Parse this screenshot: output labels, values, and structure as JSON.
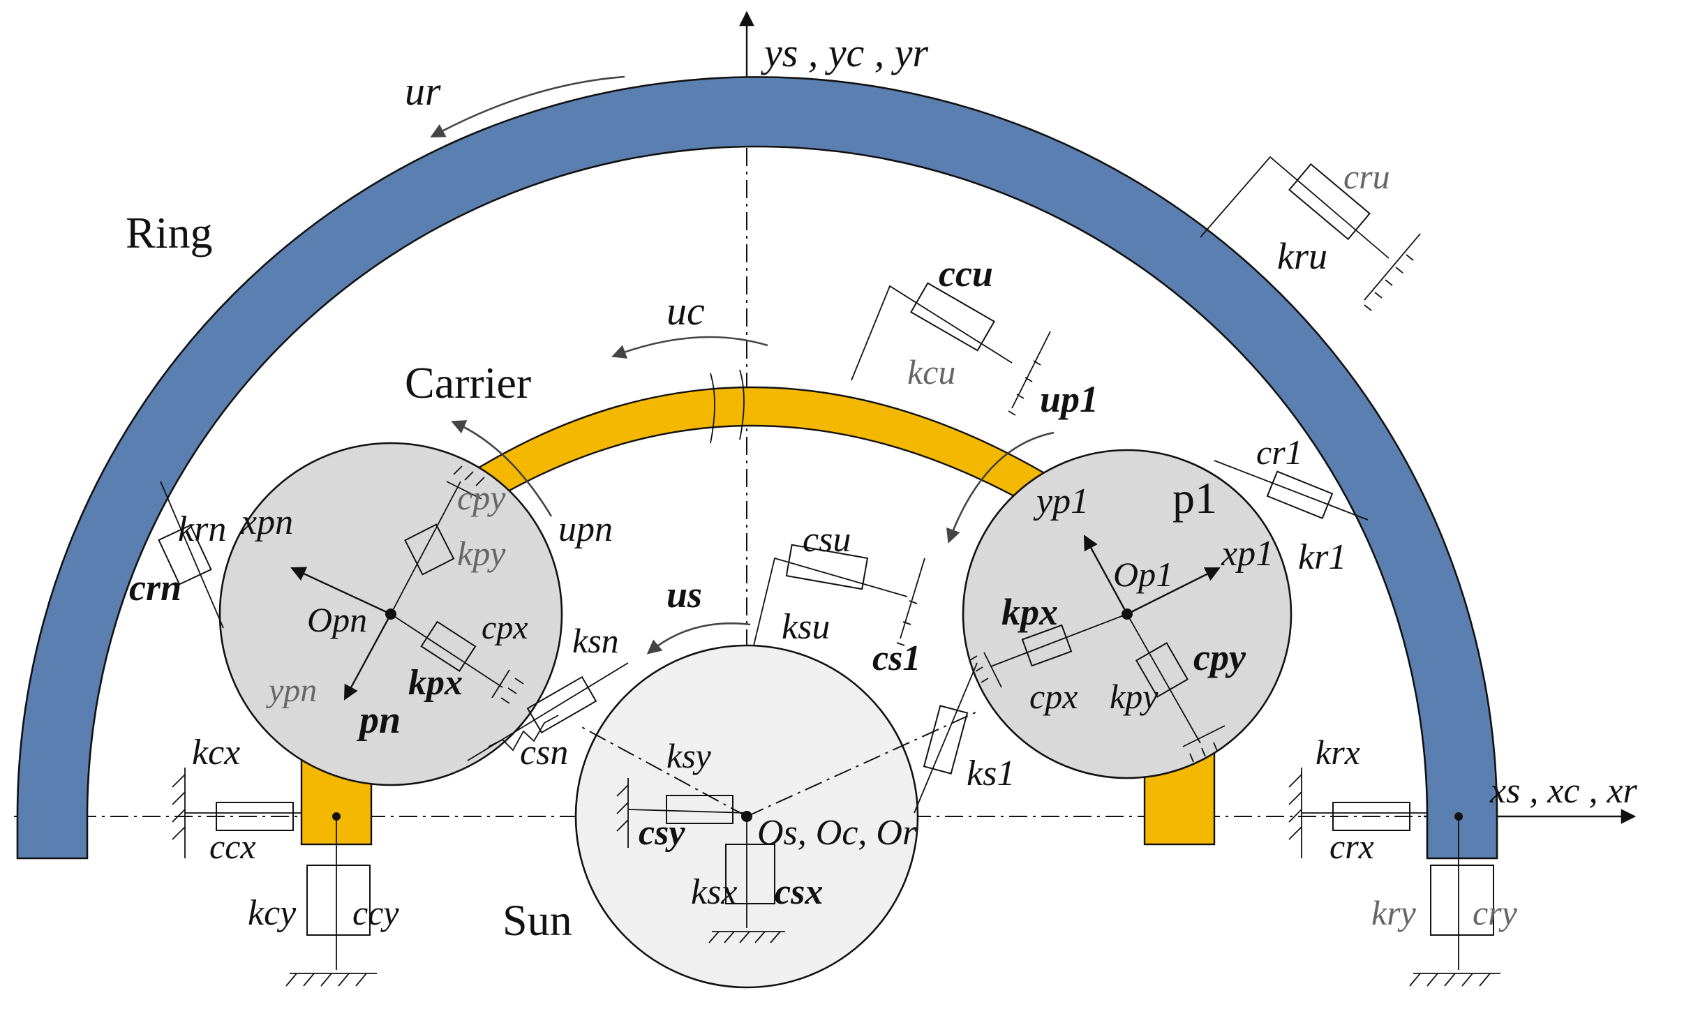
{
  "components": {
    "ring": "Ring",
    "carrier": "Carrier",
    "sun": "Sun",
    "planet_1": "p1",
    "planet_n": "pn"
  },
  "axes": {
    "vertical": "ys , yc , yr",
    "horizontal": "xs , xc , xr",
    "planet_1_x": "xp1",
    "planet_1_y": "yp1",
    "planet_n_x": "xpn",
    "planet_n_y": "ypn"
  },
  "centers": {
    "sun": "Os, Oc, Or",
    "planet_1": "Op1",
    "planet_n": "Opn"
  },
  "rotations": {
    "ring": "ur",
    "carrier": "uc",
    "sun": "us",
    "planet_1": "up1",
    "planet_n": "upn"
  },
  "springs_dampers": [
    {
      "k": "kru",
      "c": "cru"
    },
    {
      "k": "kcu",
      "c": "ccu"
    },
    {
      "k": "krn",
      "c": "crn"
    },
    {
      "k": "kr1",
      "c": "cr1"
    },
    {
      "k": "ksu",
      "c": "csu"
    },
    {
      "k": "ksn",
      "c": "csn"
    },
    {
      "k": "ks1",
      "c": "cs1"
    },
    {
      "k": "kpy",
      "c": "cpy"
    },
    {
      "k": "kpx",
      "c": "cpx"
    },
    {
      "k": "ksy",
      "c": "csy"
    },
    {
      "k": "ksx",
      "c": "csx"
    },
    {
      "k": "kcx",
      "c": "ccx"
    },
    {
      "k": "kcy",
      "c": "ccy"
    },
    {
      "k": "krx",
      "c": "crx"
    },
    {
      "k": "kry",
      "c": "cry"
    }
  ],
  "colors": {
    "ring": "#5b7fb0",
    "carrier": "#f5b800",
    "planet": "#d9d9d9",
    "sun": "#f0f0f0"
  }
}
